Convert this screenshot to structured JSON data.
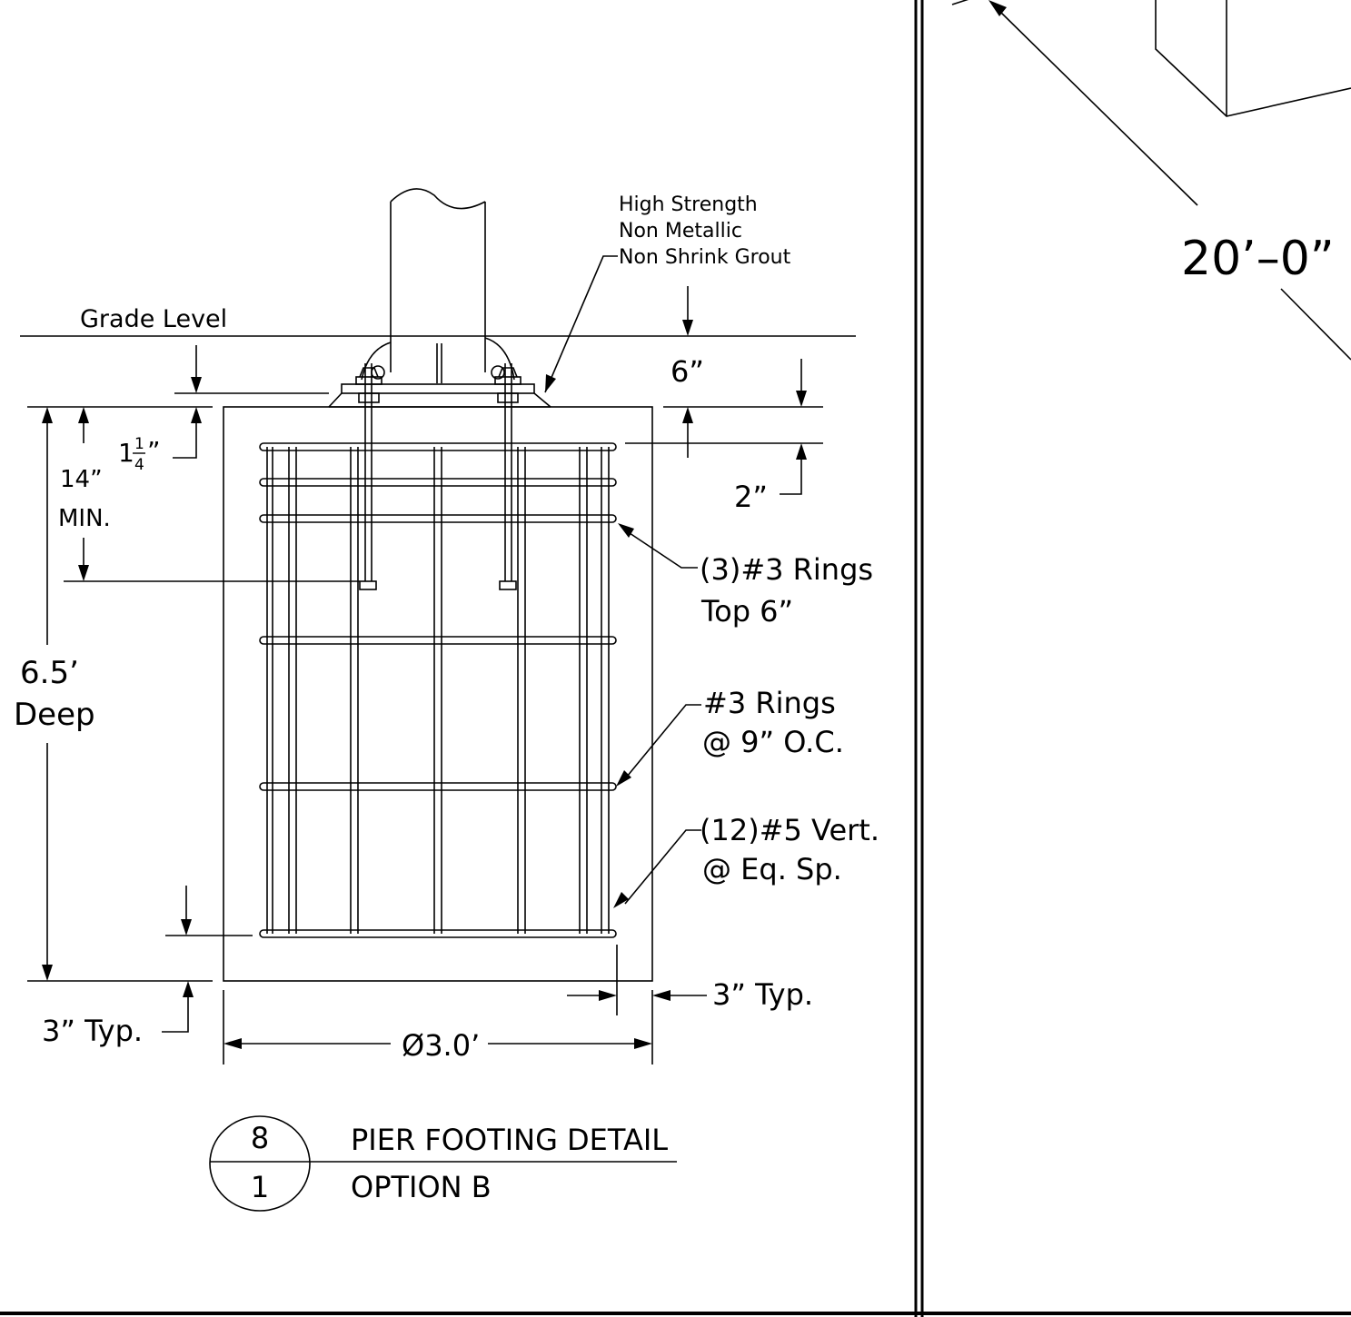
{
  "detail": {
    "number": "8",
    "sheet": "1",
    "title": "PIER FOOTING DETAIL",
    "subtitle": "OPTION B"
  },
  "labels": {
    "grout_line1": "High Strength",
    "grout_line2": "Non Metallic",
    "grout_line3": "Non Shrink Grout",
    "grade_level": "Grade Level",
    "six_inch": "6”",
    "two_inch": "2”",
    "fourteen_min_1": "14”",
    "fourteen_min_2": "MIN.",
    "one_quarter_whole": "1",
    "one_quarter_num": "1",
    "one_quarter_den": "4",
    "inch_mark": "”",
    "depth_1": "6.5’",
    "depth_2": "Deep",
    "rings_top_1": "(3)#3 Rings",
    "rings_top_2": "Top 6”",
    "rings_oc_1": "#3 Rings",
    "rings_oc_2": "@ 9” O.C.",
    "vert_1": "(12)#5 Vert.",
    "vert_2": "@ Eq. Sp.",
    "typ_right": "3” Typ.",
    "typ_left": "3” Typ.",
    "diameter": "Ø3.0’",
    "span": "20’–0”"
  }
}
